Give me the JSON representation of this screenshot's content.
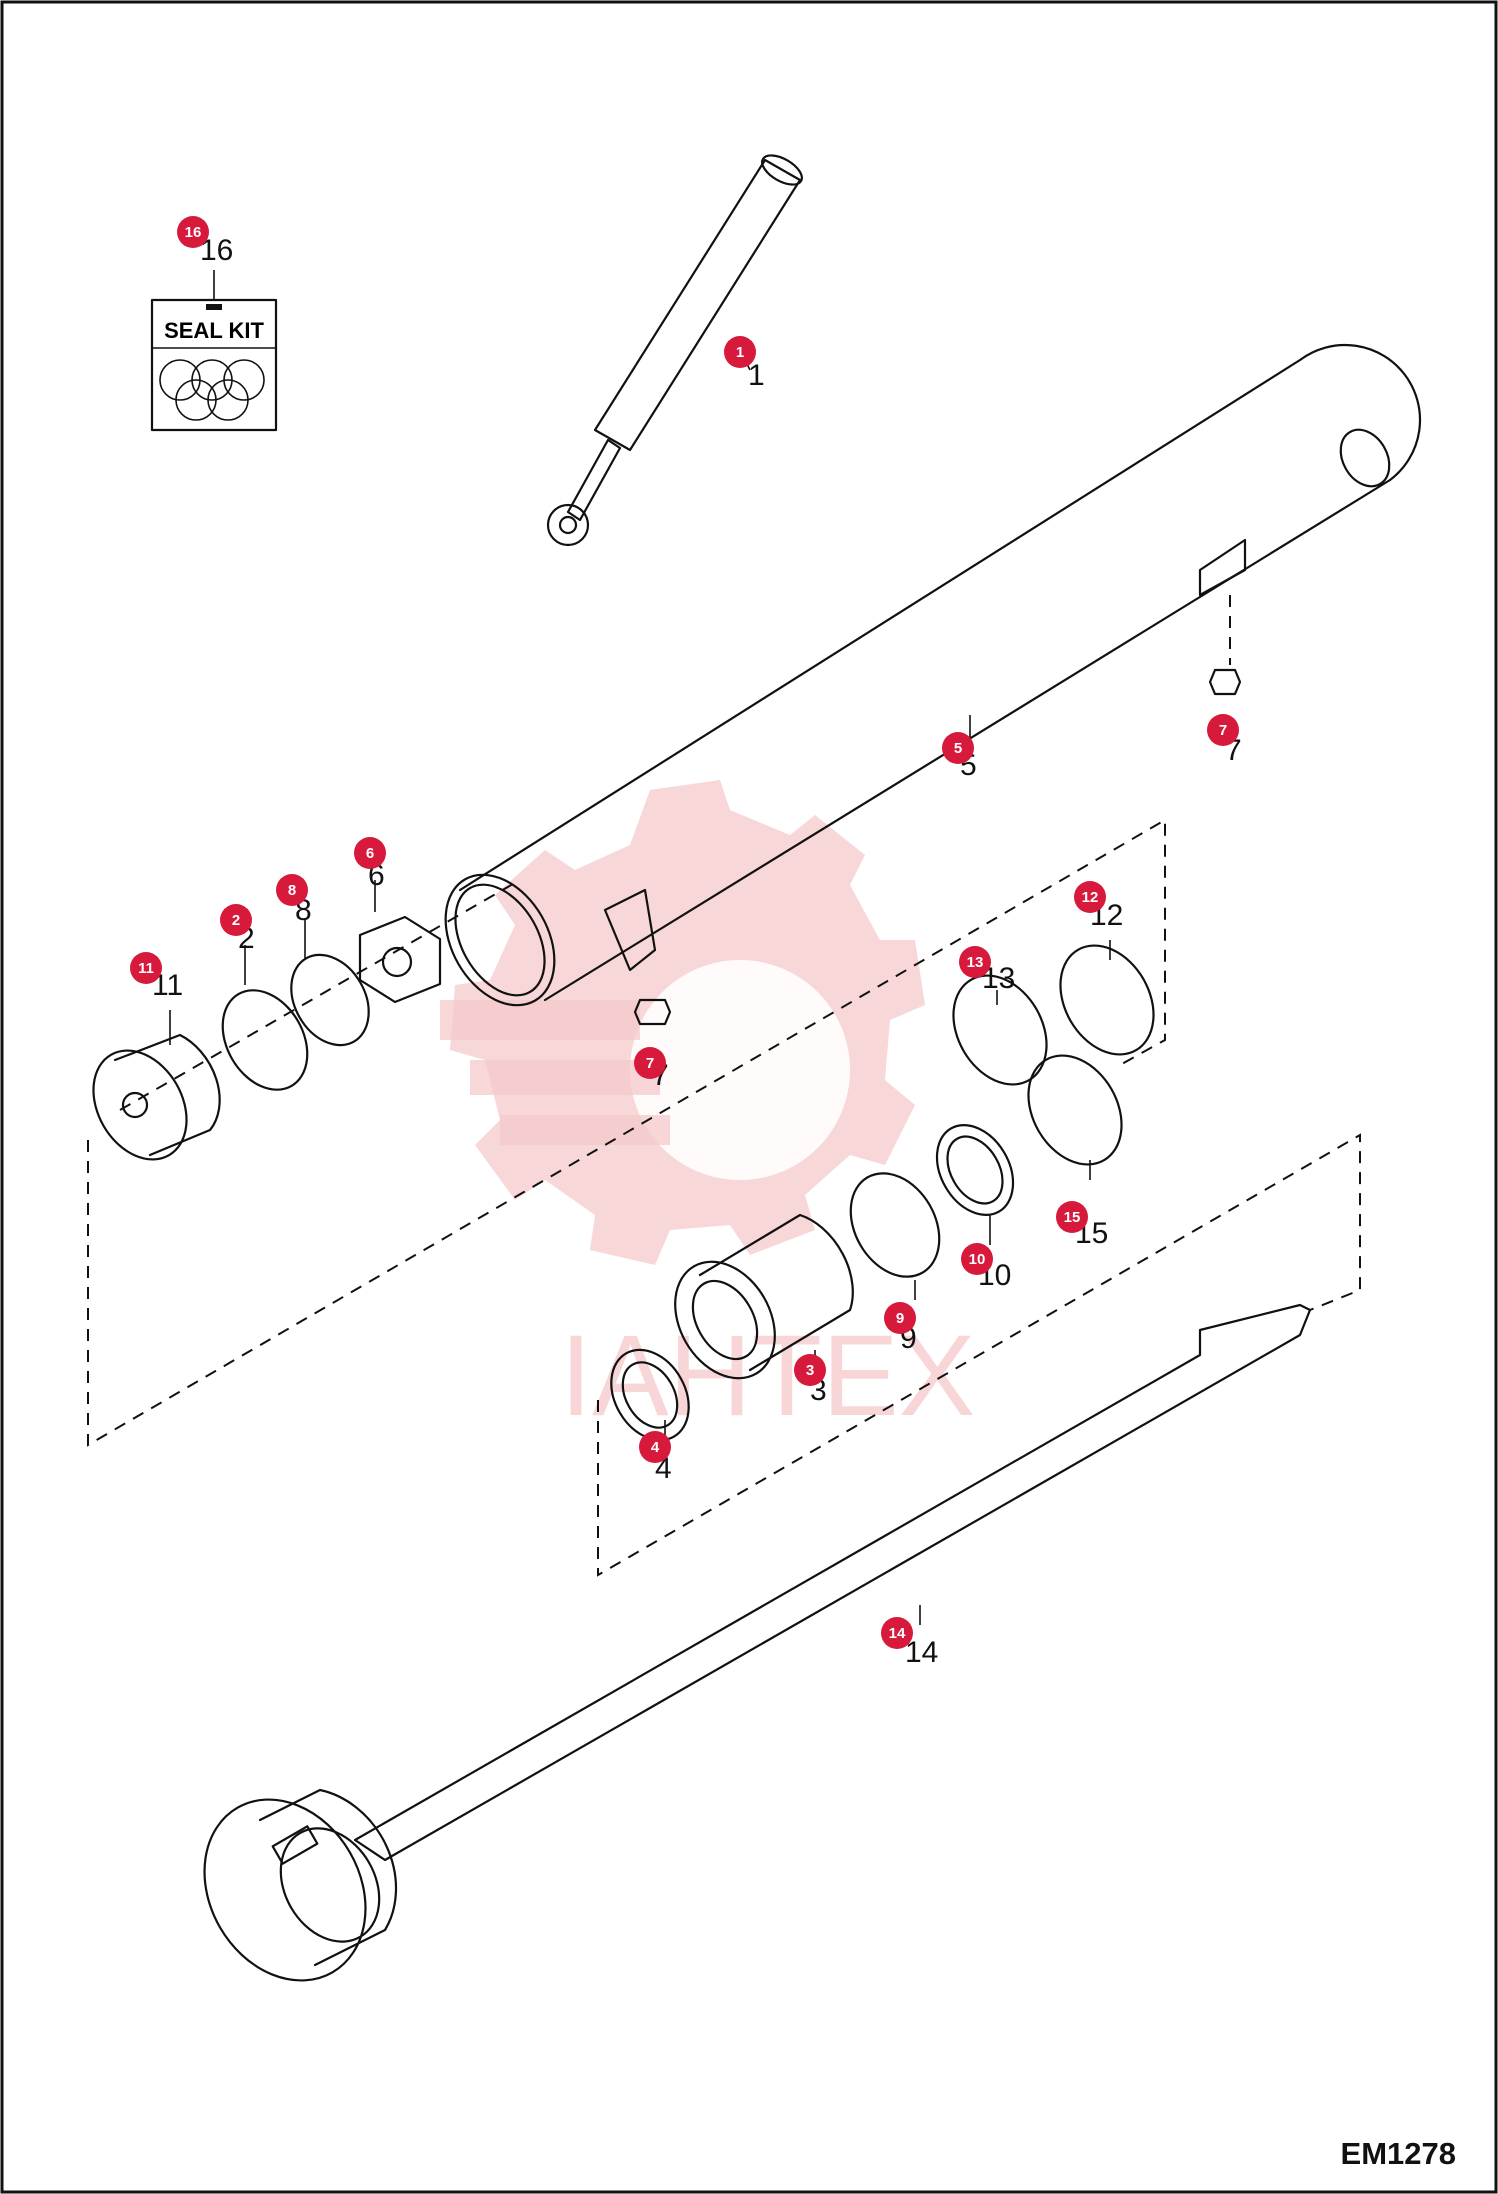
{
  "diagram_code": "EM1278",
  "seal_kit_label": "SEAL KIT",
  "watermark_text": "IAHTEX",
  "accent_color": "#d7193b",
  "callouts": [
    {
      "id": "1",
      "number": "1"
    },
    {
      "id": "2",
      "number": "2"
    },
    {
      "id": "3",
      "number": "3"
    },
    {
      "id": "4",
      "number": "4"
    },
    {
      "id": "5",
      "number": "5"
    },
    {
      "id": "6",
      "number": "6"
    },
    {
      "id": "7a",
      "number": "7"
    },
    {
      "id": "7b",
      "number": "7"
    },
    {
      "id": "8",
      "number": "8"
    },
    {
      "id": "9",
      "number": "9"
    },
    {
      "id": "10",
      "number": "10"
    },
    {
      "id": "11",
      "number": "11"
    },
    {
      "id": "12",
      "number": "12"
    },
    {
      "id": "13",
      "number": "13"
    },
    {
      "id": "14",
      "number": "14"
    },
    {
      "id": "15",
      "number": "15"
    },
    {
      "id": "16",
      "number": "16"
    }
  ]
}
